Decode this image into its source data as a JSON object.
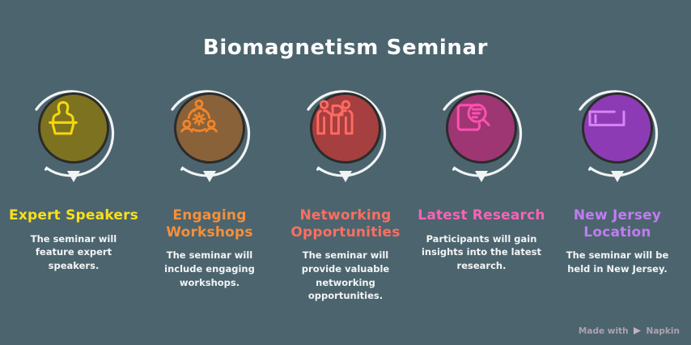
{
  "page": {
    "background_color": "#4c646e",
    "title": "Biomagnetism Seminar",
    "title_color": "#ffffff"
  },
  "watermark": {
    "prefix": "Made with",
    "logo_icon": "napkin-logo-icon",
    "brand": "Napkin",
    "color": "#b6a8b5"
  },
  "arrow": {
    "color": "#f0f3f4",
    "icon": "curved-down-arrow-icon"
  },
  "columns": [
    {
      "id": "expert-speakers",
      "icon": "speaker-podium-icon",
      "circle_fill": "#7d7220",
      "circle_stroke": "#2b2b2b",
      "icon_color": "#f5d90a",
      "heading": "Expert Speakers",
      "heading_color": "#f7e01e",
      "body": "The seminar will feature expert speakers."
    },
    {
      "id": "engaging-workshops",
      "icon": "team-gear-collaboration-icon",
      "circle_fill": "#8a6239",
      "circle_stroke": "#2b2b2b",
      "icon_color": "#f0852a",
      "heading": "Engaging Workshops",
      "heading_color": "#f5903a",
      "body": "The seminar will include engaging workshops."
    },
    {
      "id": "networking-opportunities",
      "icon": "people-exchange-document-icon",
      "circle_fill": "#a63f3f",
      "circle_stroke": "#2b2b2b",
      "icon_color": "#ff6b62",
      "heading": "Networking Opportunities",
      "heading_color": "#fa6f62",
      "body": "The seminar will provide valuable networking opportunities."
    },
    {
      "id": "latest-research",
      "icon": "document-magnifier-icon",
      "circle_fill": "#9d3673",
      "circle_stroke": "#2b2b2b",
      "icon_color": "#ff4fb0",
      "heading": "Latest Research",
      "heading_color": "#fb62b6",
      "body": "Participants will gain insights into the latest research."
    },
    {
      "id": "new-jersey-location",
      "icon": "map-outline-icon",
      "circle_fill": "#8c3bb5",
      "circle_stroke": "#2b2b2b",
      "icon_color": "#d983f5",
      "heading": "New Jersey Location",
      "heading_color": "#c07cf2",
      "body": "The seminar will be held in New Jersey."
    }
  ]
}
